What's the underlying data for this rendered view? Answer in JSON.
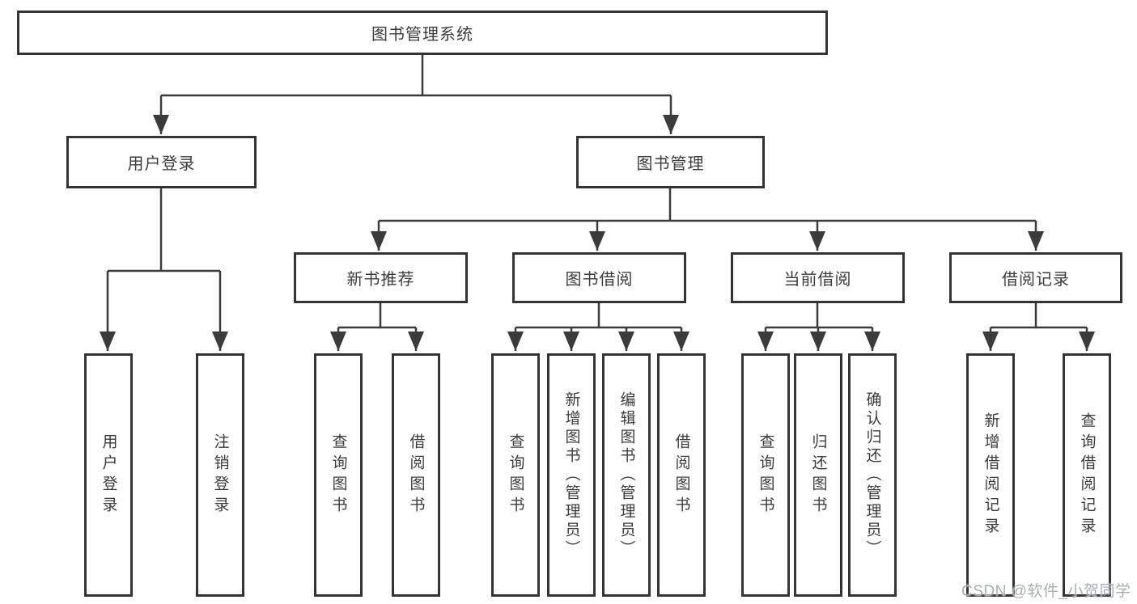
{
  "tree": {
    "root": {
      "label": "图书管理系统"
    },
    "branches": [
      {
        "label": "用户登录",
        "children": [
          {
            "label": "用户登录"
          },
          {
            "label": "注销登录"
          }
        ]
      },
      {
        "label": "图书管理",
        "children": [
          {
            "label": "新书推荐",
            "children": [
              {
                "label": "查询图书"
              },
              {
                "label": "借阅图书"
              }
            ]
          },
          {
            "label": "图书借阅",
            "children": [
              {
                "label": "查询图书"
              },
              {
                "label": "新增图书（管理员）"
              },
              {
                "label": "编辑图书（管理员）"
              },
              {
                "label": "借阅图书"
              }
            ]
          },
          {
            "label": "当前借阅",
            "children": [
              {
                "label": "查询图书"
              },
              {
                "label": "归还图书"
              },
              {
                "label": "确认归还（管理员）"
              }
            ]
          },
          {
            "label": "借阅记录",
            "children": [
              {
                "label": "新增借阅记录"
              },
              {
                "label": "查询借阅记录"
              }
            ]
          }
        ]
      }
    ]
  },
  "watermark": {
    "text": "CSDN @软件_小贺同学"
  },
  "colors": {
    "line": "#3b3b3b",
    "border": "#333333",
    "text": "#3c3c3c",
    "background": "#ffffff",
    "watermark": "#a9adb2"
  }
}
